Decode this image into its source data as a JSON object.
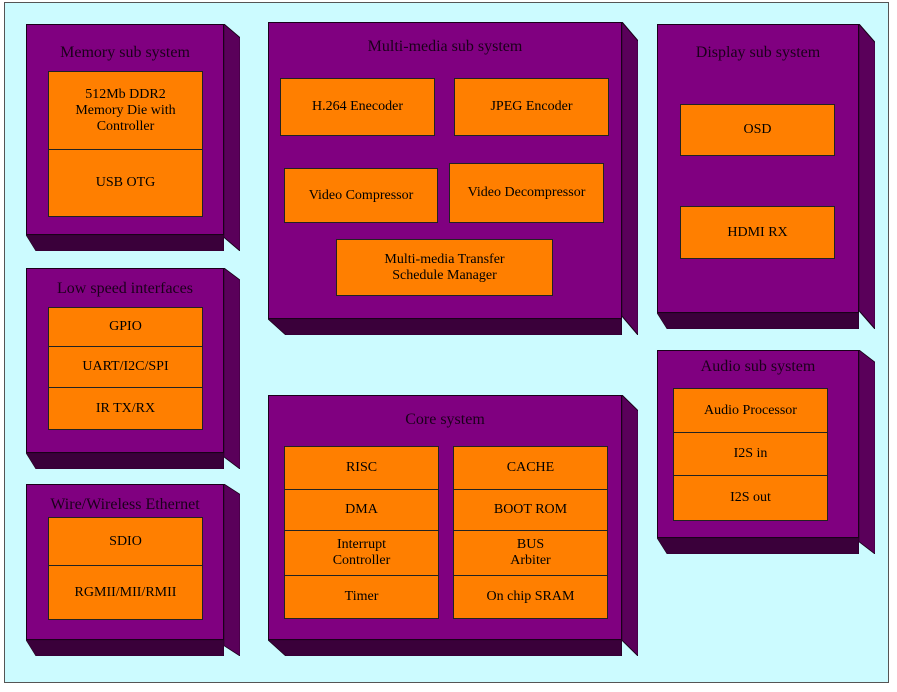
{
  "blocks": {
    "memory": {
      "title": "Memory sub system",
      "items": [
        "512Mb DDR2\nMemory Die with\nController",
        "USB OTG"
      ]
    },
    "low_speed": {
      "title": "Low speed interfaces",
      "items": [
        "GPIO",
        "UART/I2C/SPI",
        "IR TX/RX"
      ]
    },
    "ethernet": {
      "title": "Wire/Wireless Ethernet",
      "items": [
        "SDIO",
        "RGMII/MII/RMII"
      ]
    },
    "multimedia": {
      "title": "Multi-media sub system",
      "items": [
        "H.264 Enecoder",
        "JPEG Encoder",
        "Video Compressor",
        "Video Decompressor",
        "Multi-media  Transfer\nSchedule Manager"
      ]
    },
    "core": {
      "title": "Core system",
      "items": [
        "RISC",
        "DMA",
        "Interrupt\nController",
        "Timer",
        "CACHE",
        "BOOT ROM",
        "BUS\nArbiter",
        "On chip SRAM"
      ]
    },
    "display": {
      "title": "Display sub system",
      "items": [
        "OSD",
        "HDMI RX"
      ]
    },
    "audio": {
      "title": "Audio sub system",
      "items": [
        "Audio Processor",
        "I2S in",
        "I2S out"
      ]
    }
  },
  "colors": {
    "background": "#ccfbff",
    "block_face": "#800080",
    "block_side": "#5a005a",
    "block_bottom": "#3a003a",
    "component": "#ff7f00"
  }
}
